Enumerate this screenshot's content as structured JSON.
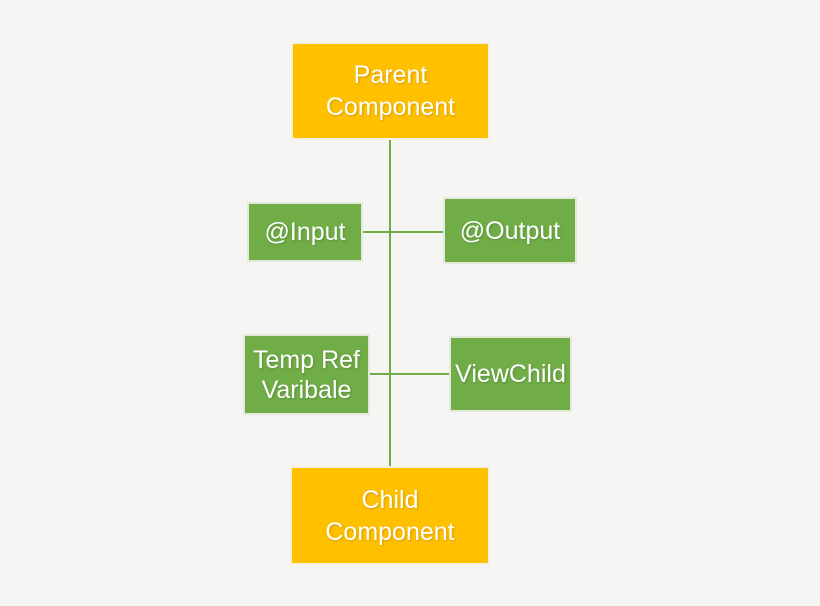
{
  "colors": {
    "background": "#f5f5f3",
    "component_box_fill": "#ffc000",
    "feature_box_fill": "#70ad47",
    "connector_line": "#70ad47",
    "label_text": "#ffffff"
  },
  "diagram": {
    "parent_box": {
      "lines": [
        "Parent",
        "Component"
      ]
    },
    "input_box": {
      "label": "@Input"
    },
    "output_box": {
      "label": "@Output"
    },
    "temp_ref_box": {
      "lines": [
        "Temp Ref",
        "Varibale"
      ]
    },
    "viewchild_box": {
      "label": "ViewChild"
    },
    "child_box": {
      "lines": [
        "Child",
        "Component"
      ]
    }
  }
}
